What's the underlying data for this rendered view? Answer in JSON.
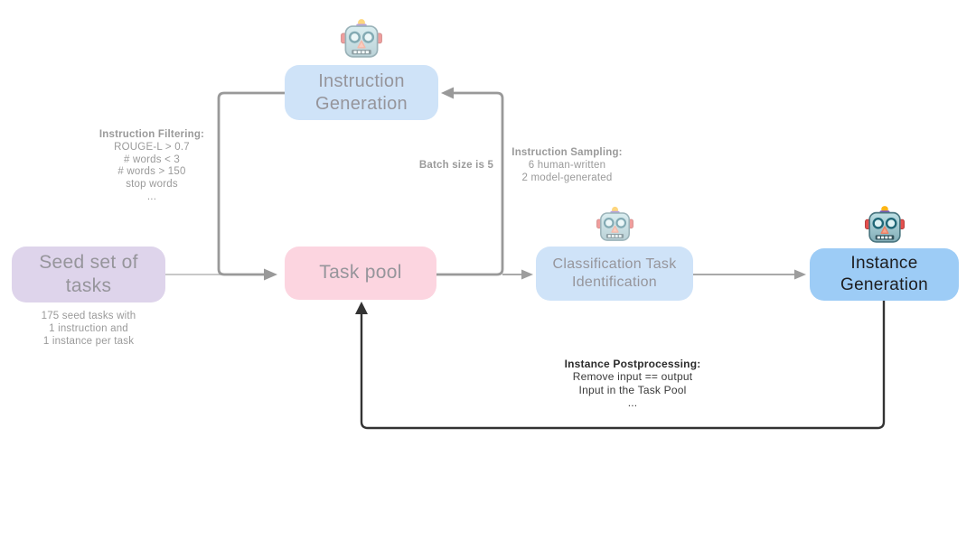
{
  "diagram": {
    "nodes": {
      "seed_set": {
        "label": "Seed set of\ntasks"
      },
      "instruction_generation": {
        "label": "Instruction\nGeneration"
      },
      "task_pool": {
        "label": "Task pool"
      },
      "classification_task_identification": {
        "label": "Classification Task\nIdentification"
      },
      "instance_generation": {
        "label": "Instance\nGeneration"
      }
    },
    "annotations": {
      "seed_caption": "175 seed tasks with\n1 instruction and\n1 instance per task",
      "instruction_filtering_title": "Instruction Filtering:",
      "instruction_filtering_lines": "ROUGE-L > 0.7\n# words < 3\n# words > 150\nstop words\n...",
      "batch_size": "Batch size is 5",
      "instruction_sampling_title": "Instruction Sampling:",
      "instruction_sampling_lines": "6 human-written\n2 model-generated",
      "instance_postprocessing_title": "Instance Postprocessing:",
      "instance_postprocessing_lines": "Remove input == output\nInput in the Task Pool\n..."
    },
    "icons": {
      "robot": "robot-icon"
    },
    "colors": {
      "seed_set_fill": "#ded4eb",
      "task_pool_fill": "#fcd5e0",
      "stage_fill": "#cfe3f8",
      "instance_generation_fill": "#9dccf6",
      "connector_gray": "#999999",
      "connector_light_gray": "#b5b5b5",
      "connector_dark": "#333333",
      "muted_text": "#96959b",
      "annotation_text": "#9a9a9a",
      "dark_text": "#1d1d1f"
    }
  }
}
